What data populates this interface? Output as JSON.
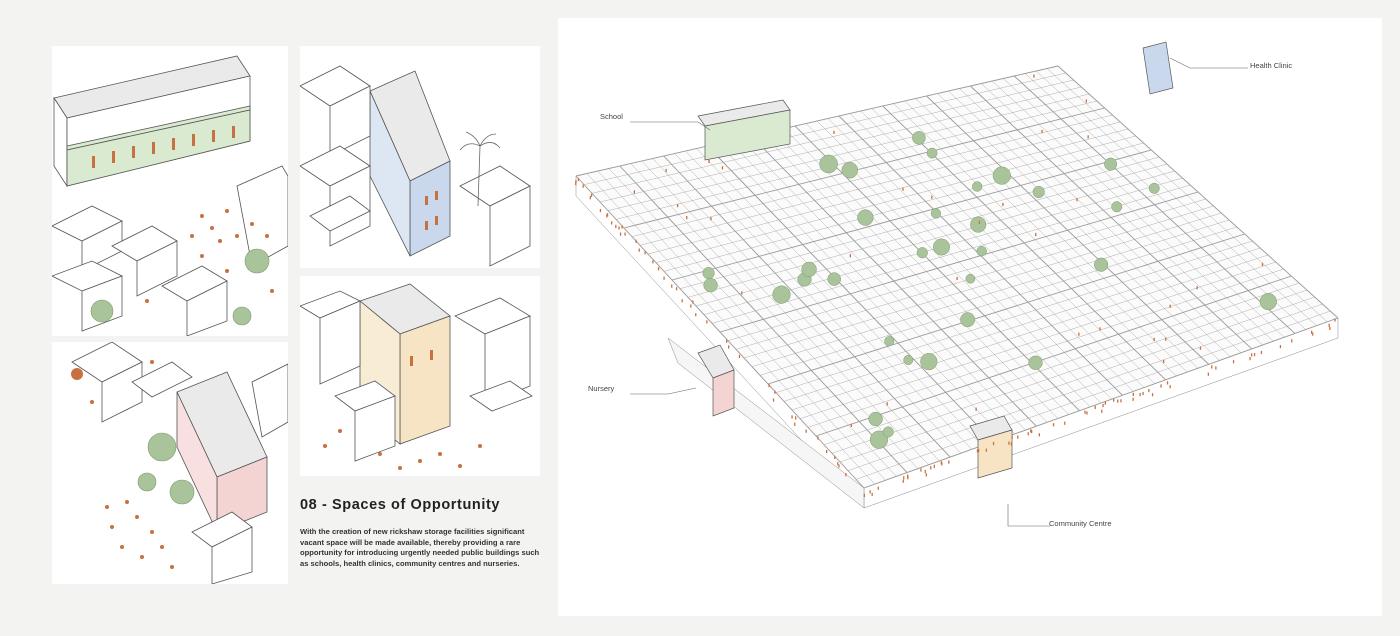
{
  "caption": {
    "title": "08 - Spaces of Opportunity",
    "body": "With the creation of new rickshaw storage facilities significant vacant space will be made available, thereby providing a rare opportunity for introducing urgently needed public buildings such as schools, health clinics, community centres and nurseries."
  },
  "map_labels": {
    "school": "School",
    "health_clinic": "Health Clinic",
    "nursery": "Nursery",
    "community_centre": "Community Centre"
  },
  "colors": {
    "school": "#d9ead0",
    "health_clinic": "#c9d8ec",
    "nursery": "#f4d3d3",
    "community_centre": "#f6e4c4",
    "figures": "#c8703f",
    "trees": "#a9c49a",
    "linework": "#555555"
  }
}
